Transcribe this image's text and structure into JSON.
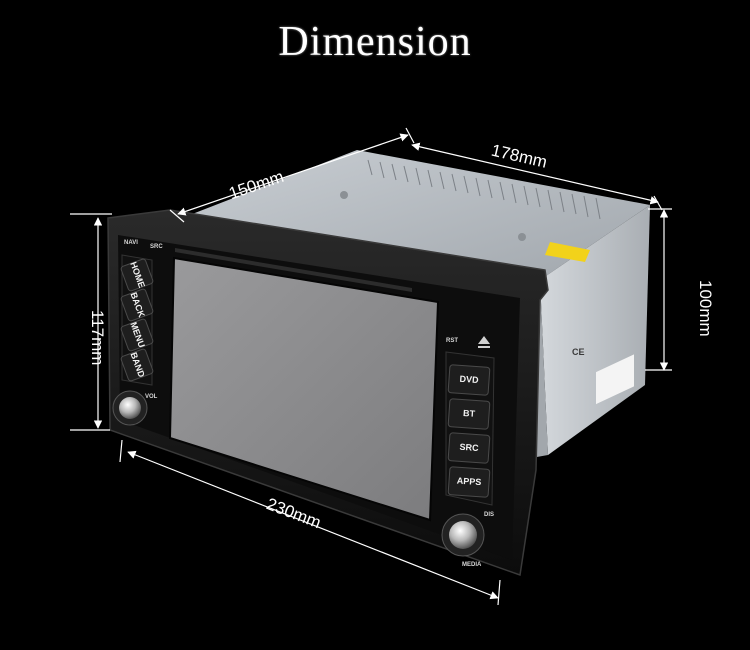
{
  "title": "Dimension",
  "dimensions": {
    "depth_left": "150mm",
    "depth_top": "178mm",
    "height_back": "100mm",
    "height_front": "117mm",
    "width_front": "230mm"
  },
  "device": {
    "left_buttons": [
      "HOME",
      "BACK",
      "MENU",
      "BAND"
    ],
    "right_buttons": [
      "DVD",
      "BT",
      "SRC",
      "APPS"
    ],
    "small_labels": {
      "navi": "NAVI",
      "src": "SRC",
      "rst": "RST",
      "vol": "VOL",
      "media": "MEDIA",
      "dis": "DIS"
    },
    "ce_mark": "CE"
  },
  "colors": {
    "background": "#000000",
    "text": "#ffffff",
    "chassis": "#b9bec4",
    "bezel": "#151515",
    "screen": "#8b8b8d"
  }
}
